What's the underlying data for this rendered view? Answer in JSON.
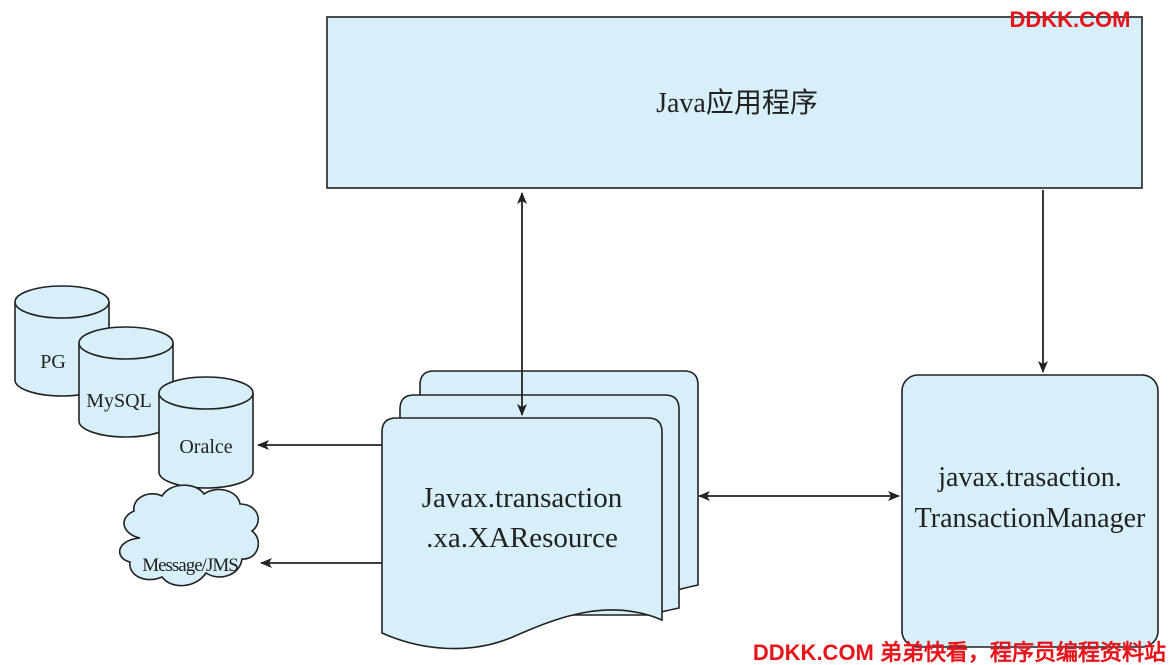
{
  "watermark": {
    "top": "DDKK.COM",
    "bottom": "DDKK.COM 弟弟快看，程序员编程资料站",
    "color": "#e8141b"
  },
  "colors": {
    "box_fill": "#d6eff8",
    "stroke": "#222222"
  },
  "nodes": {
    "app": {
      "label": "Java应用程序"
    },
    "xa_resource": {
      "line1": "Javax.transaction",
      "line2": ".xa.XAResource"
    },
    "tx_manager": {
      "line1": "javax.trasaction.",
      "line2": "TransactionManager"
    },
    "databases": [
      {
        "label": "PG"
      },
      {
        "label": "MySQL"
      },
      {
        "label": "Oralce"
      }
    ],
    "message": {
      "label": "Message/JMS"
    }
  },
  "edges": [
    {
      "from": "app",
      "to": "xa_resource",
      "direction": "both"
    },
    {
      "from": "app",
      "to": "tx_manager",
      "direction": "forward"
    },
    {
      "from": "xa_resource",
      "to": "tx_manager",
      "direction": "both"
    },
    {
      "from": "xa_resource",
      "to": "Oralce",
      "direction": "forward"
    },
    {
      "from": "xa_resource",
      "to": "message",
      "direction": "forward"
    }
  ]
}
